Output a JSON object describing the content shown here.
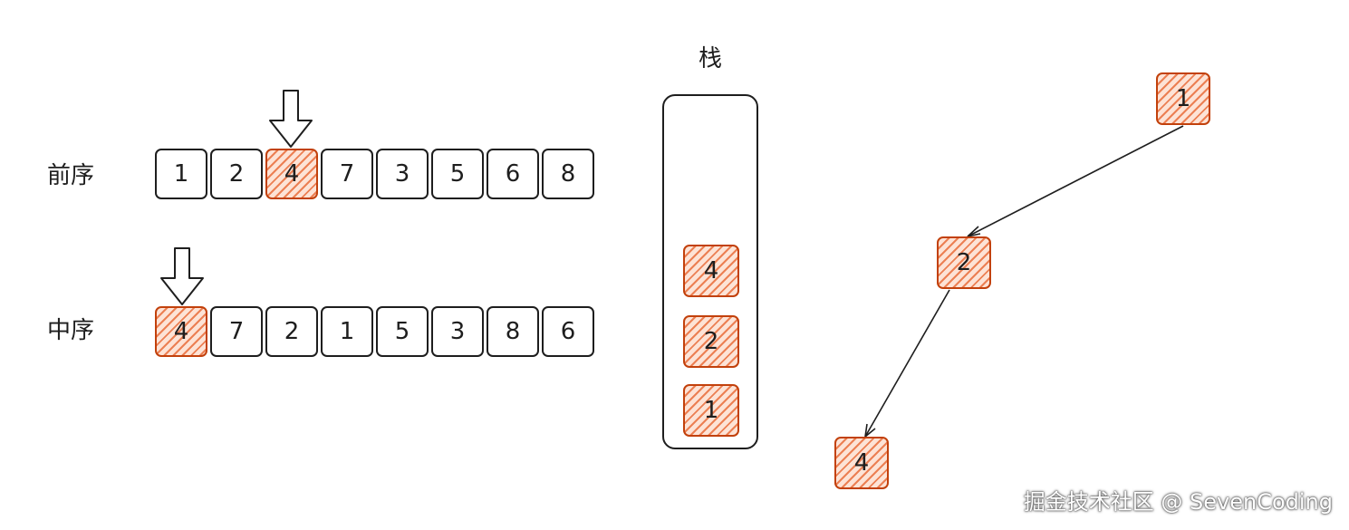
{
  "preorder": {
    "label": "前序",
    "values": [
      "1",
      "2",
      "4",
      "7",
      "3",
      "5",
      "6",
      "8"
    ],
    "highlight_index": 2
  },
  "inorder": {
    "label": "中序",
    "values": [
      "4",
      "7",
      "2",
      "1",
      "5",
      "3",
      "8",
      "6"
    ],
    "highlight_index": 0
  },
  "stack": {
    "title": "栈",
    "items": [
      "4",
      "2",
      "1"
    ]
  },
  "tree": {
    "nodes": [
      "1",
      "2",
      "4"
    ]
  },
  "watermark": "掘金技术社区 @ SevenCoding",
  "colors": {
    "highlight": "#e96e3c",
    "stroke": "#1e1e1e",
    "highlight_border": "#c2410c"
  }
}
